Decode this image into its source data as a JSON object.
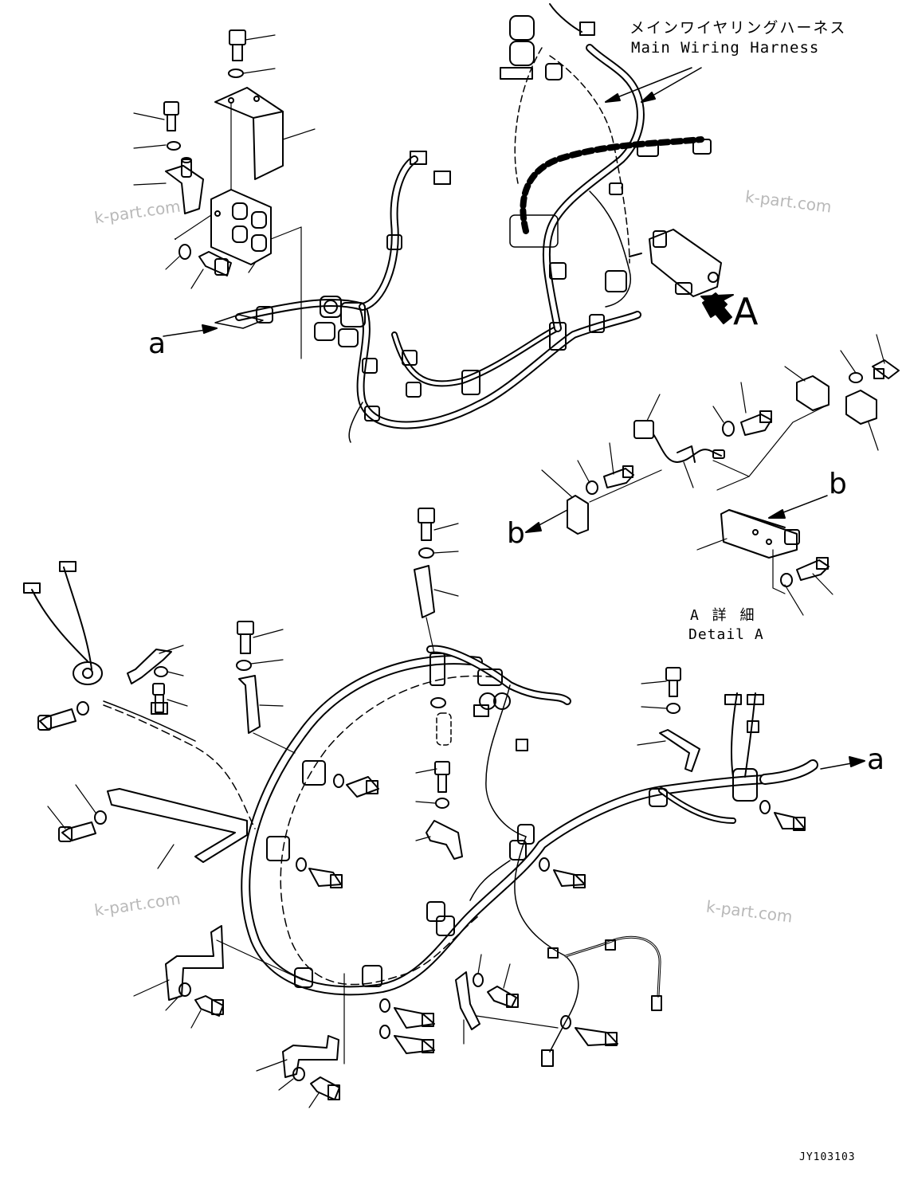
{
  "labels": {
    "harness_jp": "メインワイヤリングハーネス",
    "harness_en": "Main Wiring Harness",
    "ref_A": "A",
    "ref_a_top": "a",
    "ref_a_right": "a",
    "ref_b_right": "b",
    "ref_b_left": "b",
    "detail_jp": "A 詳 細",
    "detail_en": "Detail A",
    "drawing_code": "JY103103"
  },
  "watermarks": [
    "k-part.com",
    "k-part.com",
    "k-part.com",
    "k-part.com"
  ],
  "colors": {
    "line": "#000000",
    "watermark": "#b9b9b9",
    "background": "#ffffff"
  },
  "icons": [
    "bolt-icon",
    "washer-icon",
    "bracket-icon",
    "clamp-icon",
    "connector-icon",
    "switch-icon",
    "cover-plate-icon"
  ]
}
